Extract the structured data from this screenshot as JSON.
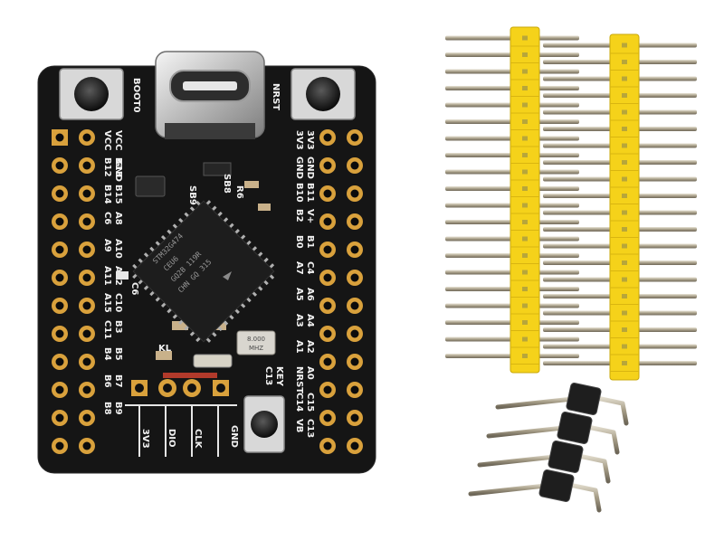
{
  "board": {
    "chip_lines": [
      "STM32G474",
      "CEU6",
      "GQ2B 119R",
      "CHN GQ 315"
    ],
    "crystal_label": "8.000\nMHZ",
    "boot_label": "BOOT0",
    "nrst_label": "NRST",
    "key_label": "KEY",
    "c13_label": "C13",
    "sb9": "SB9",
    "sb8": "SB8",
    "r6": "R6",
    "kl": "KL",
    "c6": "C6",
    "swd_labels": [
      "3V3",
      "DIO",
      "CLK",
      "GND"
    ],
    "left_labels": [
      [
        "VCC",
        "VCC"
      ],
      [
        "B13",
        "B12"
      ],
      [
        "B15",
        "B14"
      ],
      [
        "A8",
        "C6"
      ],
      [
        "A10",
        "A9"
      ],
      [
        "A12",
        "A11"
      ],
      [
        "C10",
        "A15"
      ],
      [
        "B3",
        "C11"
      ],
      [
        "B5",
        "B4"
      ],
      [
        "B7",
        "B6"
      ],
      [
        "B9",
        "B8"
      ]
    ],
    "left_gnd": "GND",
    "right_labels": [
      [
        "3V3",
        "3V3"
      ],
      [
        "GND",
        "GND"
      ],
      [
        "B11",
        "B10"
      ],
      [
        "V+",
        "B2"
      ],
      [
        "B1",
        "B0"
      ],
      [
        "C4",
        "A7"
      ],
      [
        "A6",
        "A5"
      ],
      [
        "A4",
        "A3"
      ],
      [
        "A2",
        "A1"
      ],
      [
        "A0",
        "NRST"
      ],
      [
        "C15",
        "C14"
      ],
      [
        "C13",
        "VB"
      ]
    ]
  },
  "colors": {
    "pcb": "#151515",
    "gold": "#d9a13c",
    "header_plastic": "#f5d21a",
    "pin_metal": "#bdb6a2",
    "black_header": "#1e1e1e"
  },
  "icons": [
    "usb-c-connector",
    "tactile-button",
    "st-logo"
  ]
}
